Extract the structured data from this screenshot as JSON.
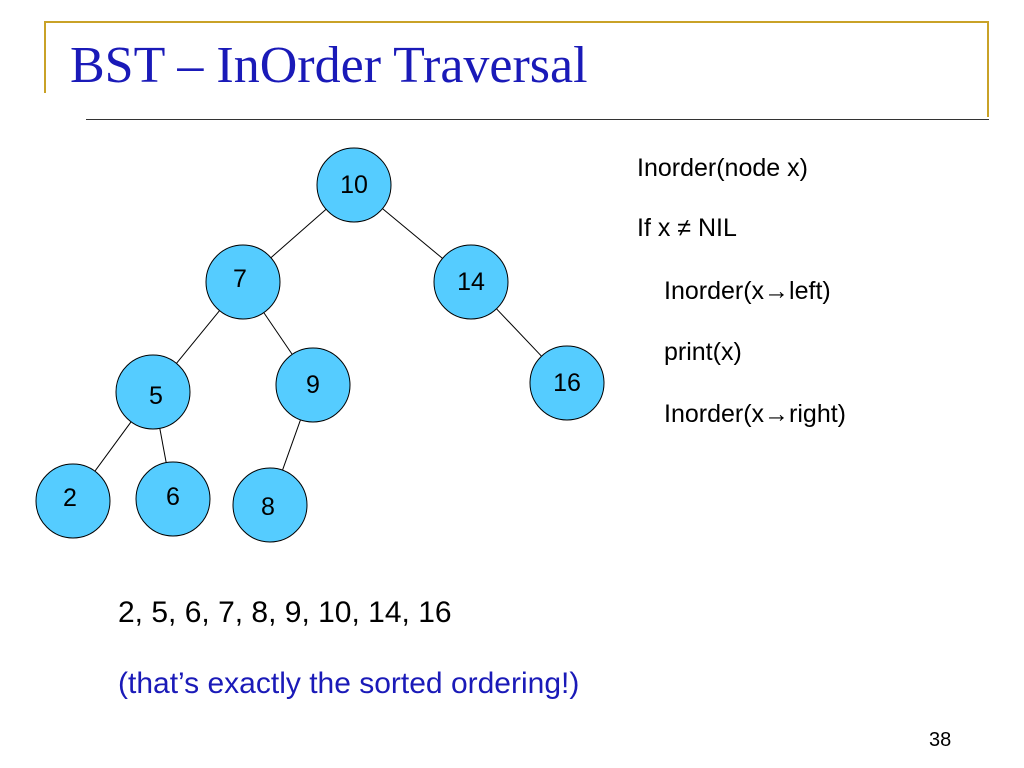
{
  "title": "BST – InOrder Traversal",
  "tree": {
    "nodes": [
      {
        "id": "10",
        "label": "10"
      },
      {
        "id": "7",
        "label": "7"
      },
      {
        "id": "14",
        "label": "14"
      },
      {
        "id": "5",
        "label": "5"
      },
      {
        "id": "9",
        "label": "9"
      },
      {
        "id": "16",
        "label": "16"
      },
      {
        "id": "2",
        "label": "2"
      },
      {
        "id": "6",
        "label": "6"
      },
      {
        "id": "8",
        "label": "8"
      }
    ],
    "edges": [
      {
        "from": "10",
        "to": "7"
      },
      {
        "from": "10",
        "to": "14"
      },
      {
        "from": "7",
        "to": "5"
      },
      {
        "from": "7",
        "to": "9"
      },
      {
        "from": "14",
        "to": "16"
      },
      {
        "from": "5",
        "to": "2"
      },
      {
        "from": "5",
        "to": "6"
      },
      {
        "from": "9",
        "to": "8"
      }
    ],
    "colors": {
      "node_fill": "#55ccff",
      "node_stroke": "#000000",
      "edge": "#000000"
    }
  },
  "pseudocode": {
    "line1": "Inorder(node x)",
    "line2": "If x ≠ NIL",
    "line3": "Inorder(x→left)",
    "line4": "print(x)",
    "line5": "Inorder(x→right)"
  },
  "result": "2, 5, 6, 7, 8, 9, 10, 14, 16",
  "note": "(that’s exactly the sorted ordering!)",
  "slide_number": "38",
  "colors": {
    "title": "#1a1ab8",
    "frame": "#c9a227",
    "note": "#1a1ab8"
  }
}
